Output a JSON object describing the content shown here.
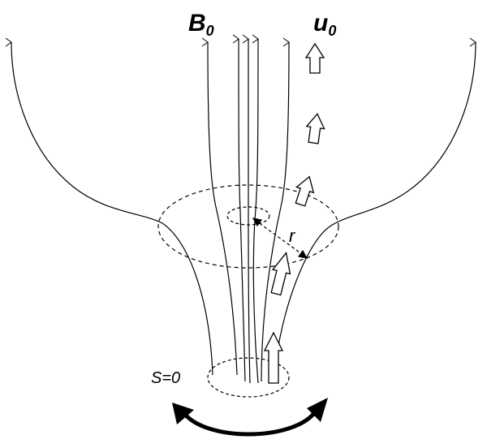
{
  "labels": {
    "field_symbol": "B",
    "field_subscript": "0",
    "flow_symbol": "u",
    "flow_subscript": "0",
    "radius": "r",
    "boundary_condition": "S=0"
  },
  "colors": {
    "line": "#000000",
    "background": "#ffffff",
    "arrow_fill": "#ffffff"
  }
}
